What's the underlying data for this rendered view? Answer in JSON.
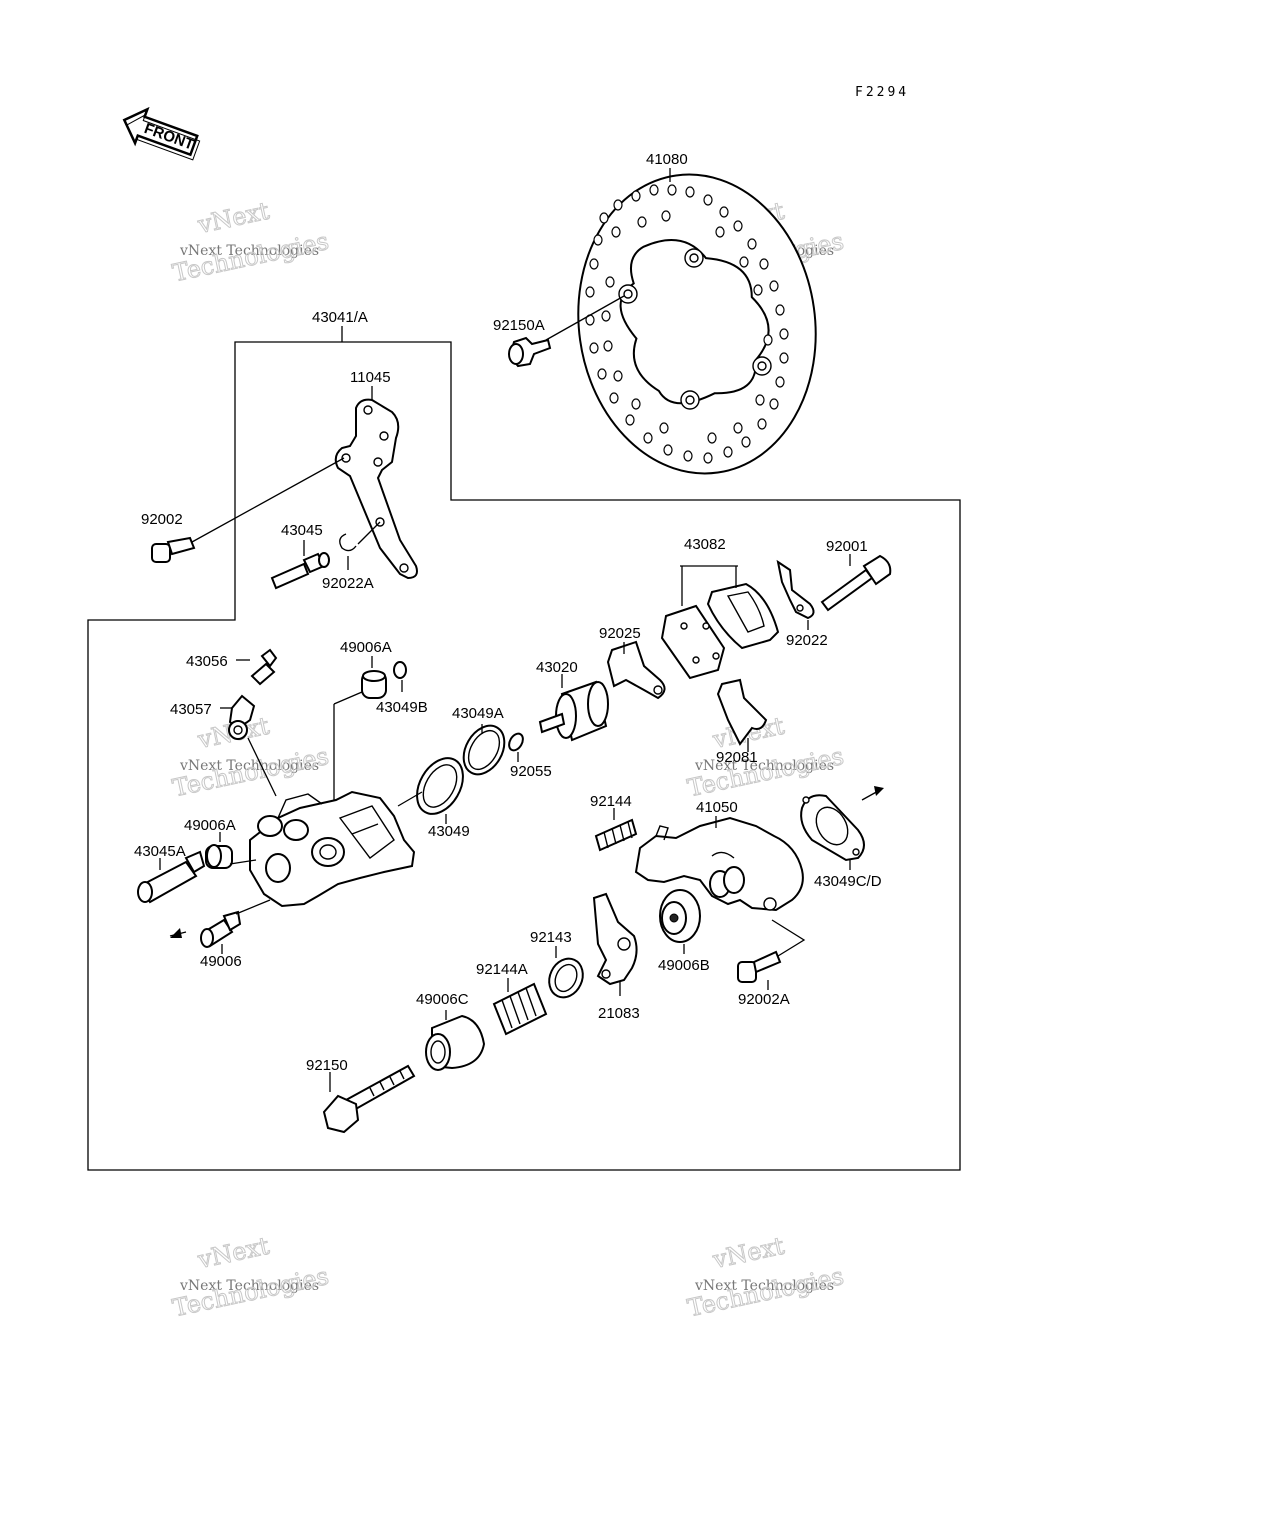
{
  "figure_ref": "F2294",
  "front_label": "FRONT",
  "watermark": {
    "line1": "vNext Technologies",
    "line2": "Technologies",
    "line3": "vNext"
  },
  "parts": {
    "p41080": "41080",
    "p92150A": "92150A",
    "p43041A": "43041/A",
    "p11045": "11045",
    "p92002": "92002",
    "p43045": "43045",
    "p92022A": "92022A",
    "p43082": "43082",
    "p92001": "92001",
    "p92022": "92022",
    "p92025": "92025",
    "p43020": "43020",
    "p43056": "43056",
    "p49006A_top": "49006A",
    "p43049B": "43049B",
    "p43057": "43057",
    "p43049A": "43049A",
    "p92055": "92055",
    "p92081": "92081",
    "p92144": "92144",
    "p41050": "41050",
    "p43049": "43049",
    "p49006A_mid": "49006A",
    "p43045A": "43045A",
    "p43049CD": "43049C/D",
    "p49006": "49006",
    "p92143": "92143",
    "p49006B": "49006B",
    "p92144A": "92144A",
    "p49006C": "49006C",
    "p21083": "21083",
    "p92002A": "92002A",
    "p92150": "92150"
  }
}
